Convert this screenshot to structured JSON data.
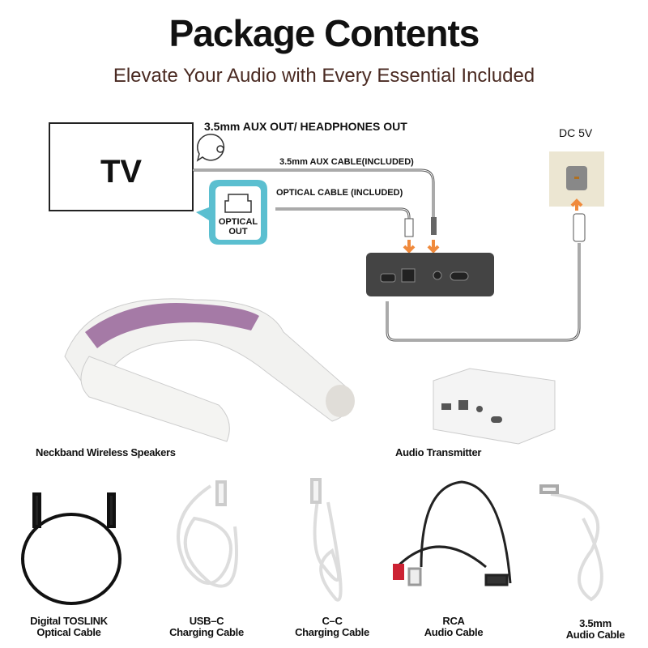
{
  "header": {
    "title": "Package Contents",
    "subtitle": "Elevate Your Audio with Every Essential Included"
  },
  "diagram": {
    "tv_label": "TV",
    "aux_out_label": "3.5mm AUX OUT/ HEADPHONES OUT",
    "aux_cable_label": "3.5mm AUX CABLE(INCLUDED)",
    "optical_cable_label": "OPTICAL CABLE (INCLUDED)",
    "optical_out_label": "OPTICAL OUT",
    "dc_label": "DC 5V",
    "accent_color": "#f08a3c",
    "callout_color": "#5bbfd0"
  },
  "products": {
    "neckband": "Neckband Wireless Speakers",
    "transmitter": "Audio Transmitter"
  },
  "accessories": [
    {
      "line1": "Digital TOSLINK",
      "line2": "Optical Cable"
    },
    {
      "line1": "USB–C",
      "line2": "Charging Cable"
    },
    {
      "line1": "C–C",
      "line2": "Charging Cable"
    },
    {
      "line1": "RCA",
      "line2": "Audio Cable"
    },
    {
      "line1": "3.5mm",
      "line2": "Audio Cable"
    }
  ]
}
